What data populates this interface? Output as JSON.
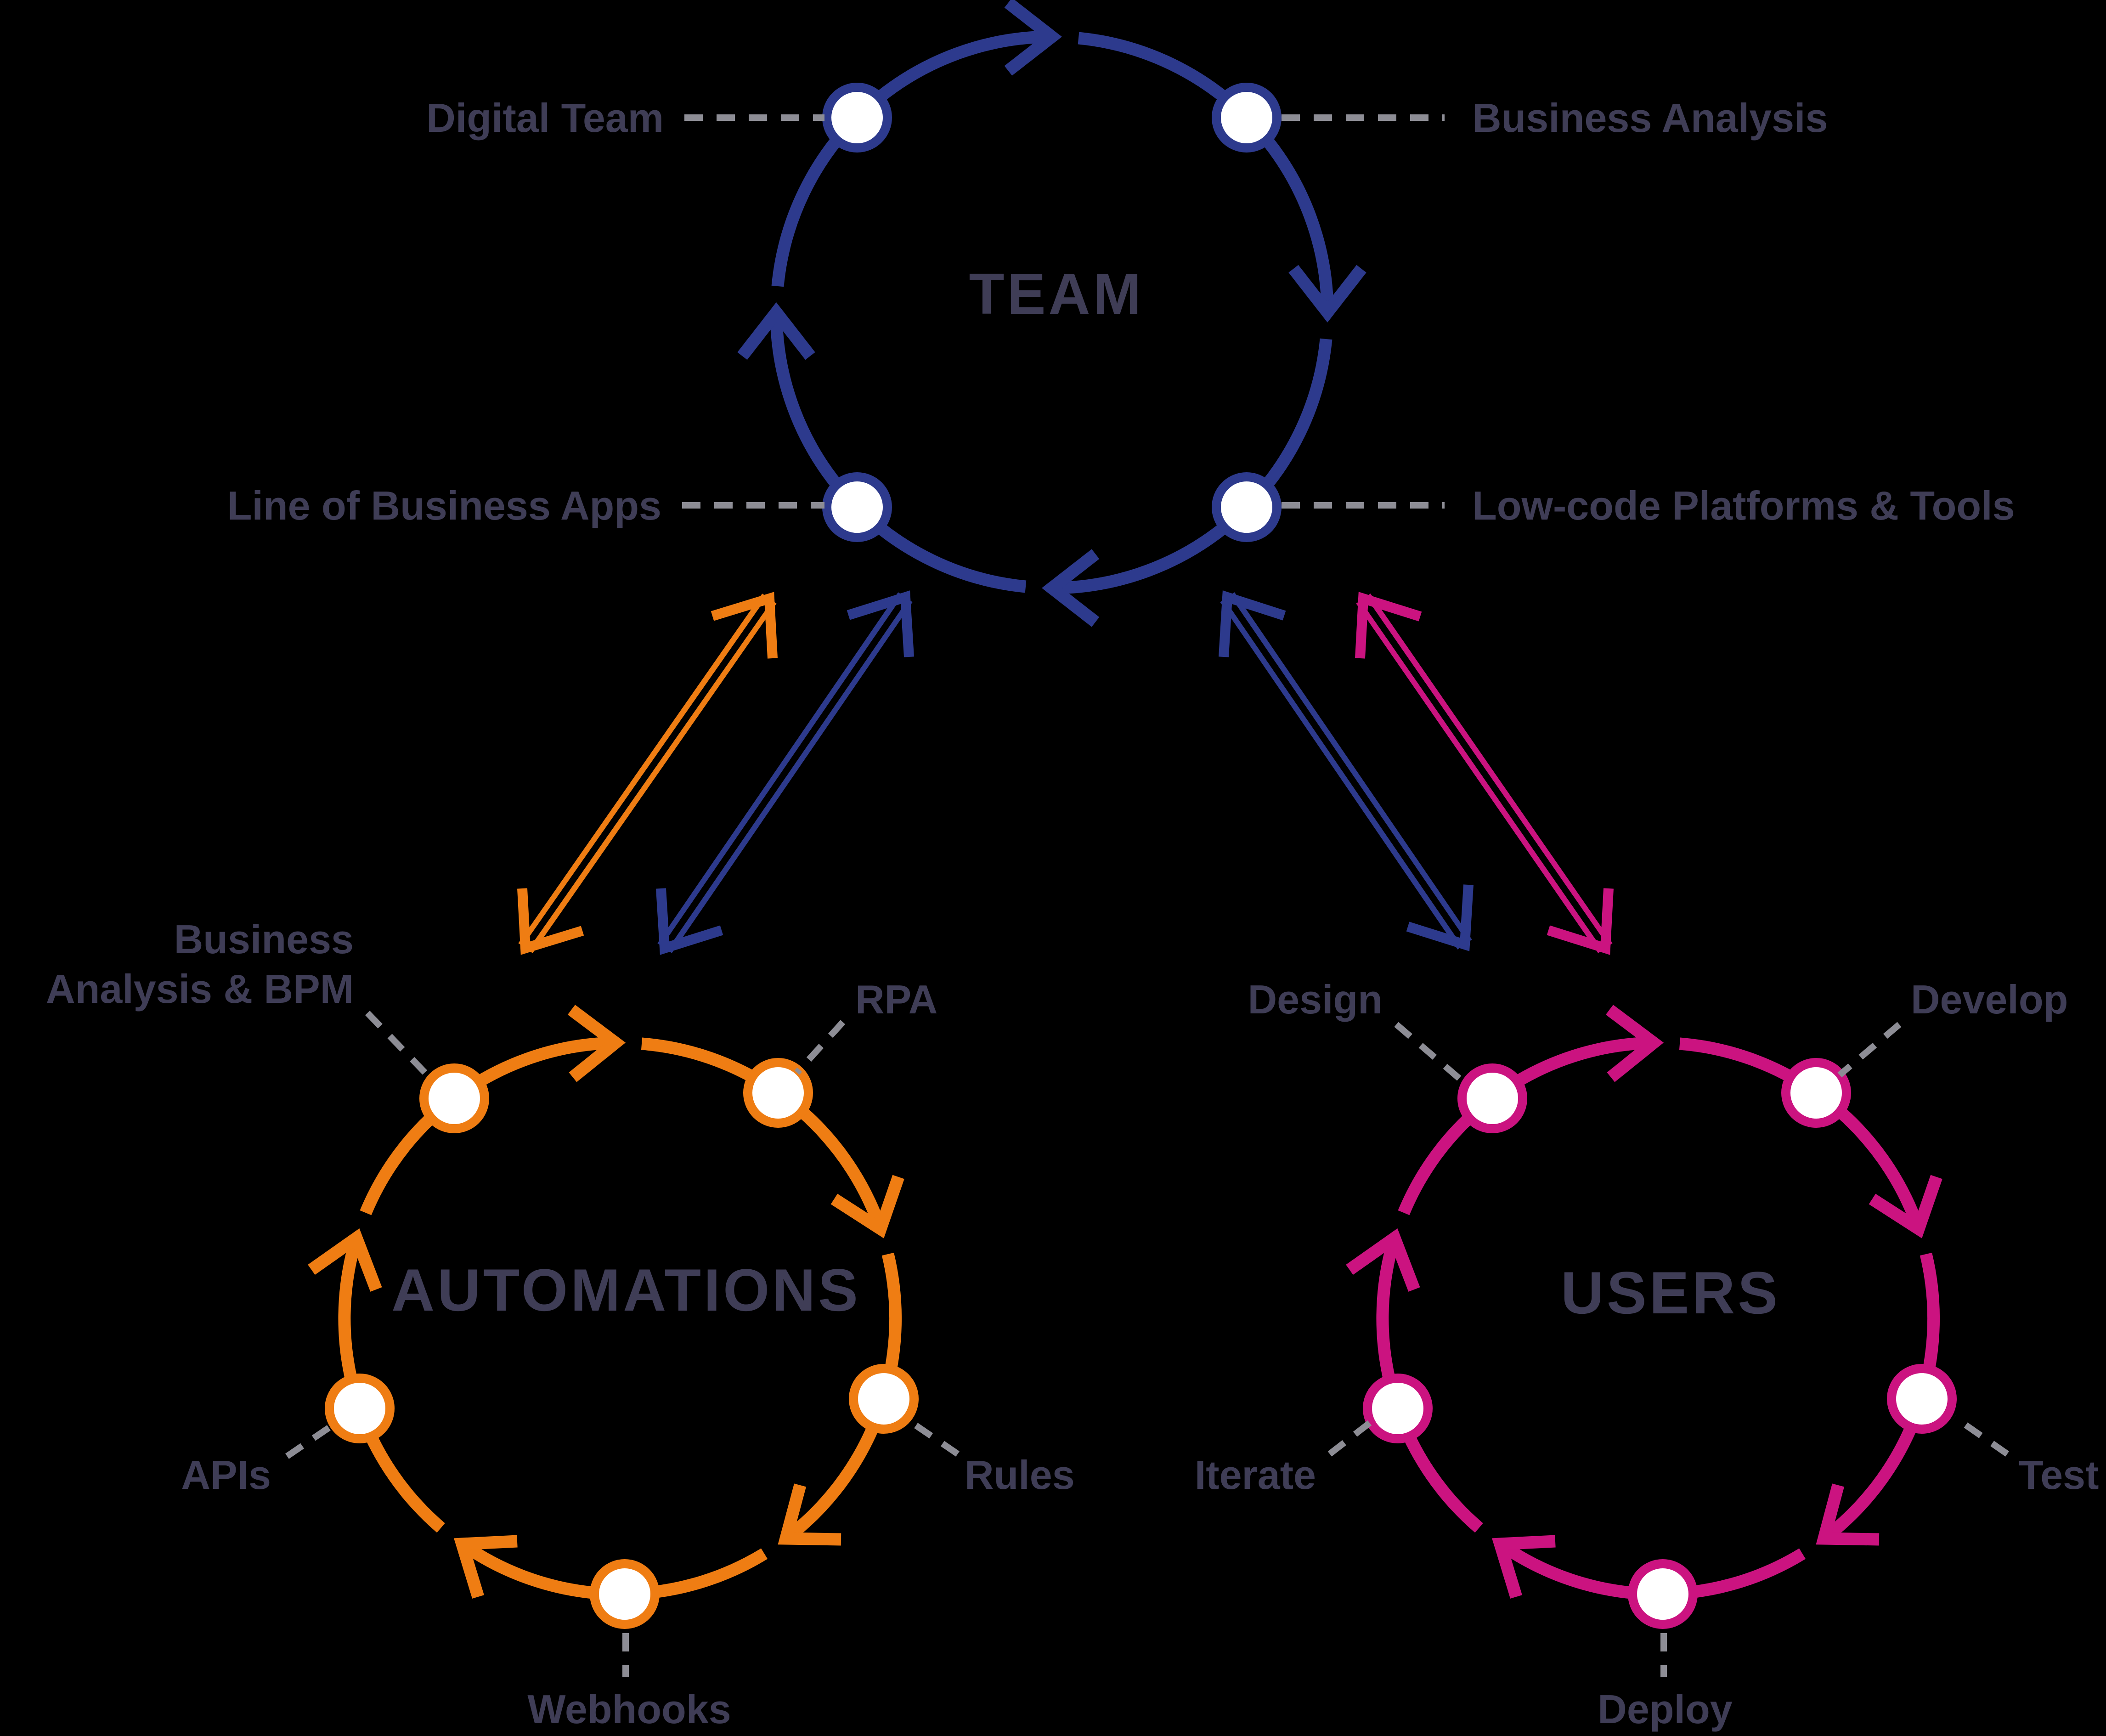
{
  "colors": {
    "team_blue": "#2d3a8d",
    "automations_orange": "#ef7d13",
    "users_pink": "#cb1380",
    "label": "#3f3d56",
    "dash_gray": "#8d8d95",
    "node_fill": "#ffffff",
    "background": "#000000"
  },
  "team": {
    "title": "TEAM",
    "node_labels": {
      "digital_team": "Digital Team",
      "business_analysis": "Business Analysis",
      "line_of_business_apps": "Line of Business Apps",
      "low_code_platforms_tools": "Low-code Platforms & Tools"
    }
  },
  "automations": {
    "title": "AUTOMATIONS",
    "node_labels": {
      "business_analysis_bpm": "Business\nAnalysis & BPM",
      "rpa": "RPA",
      "rules": "Rules",
      "webhooks": "Webhooks",
      "apis": "APIs"
    }
  },
  "users": {
    "title": "USERS",
    "node_labels": {
      "design": "Design",
      "develop": "Develop",
      "test": "Test",
      "deploy": "Deploy",
      "iterate": "Iterate"
    }
  }
}
